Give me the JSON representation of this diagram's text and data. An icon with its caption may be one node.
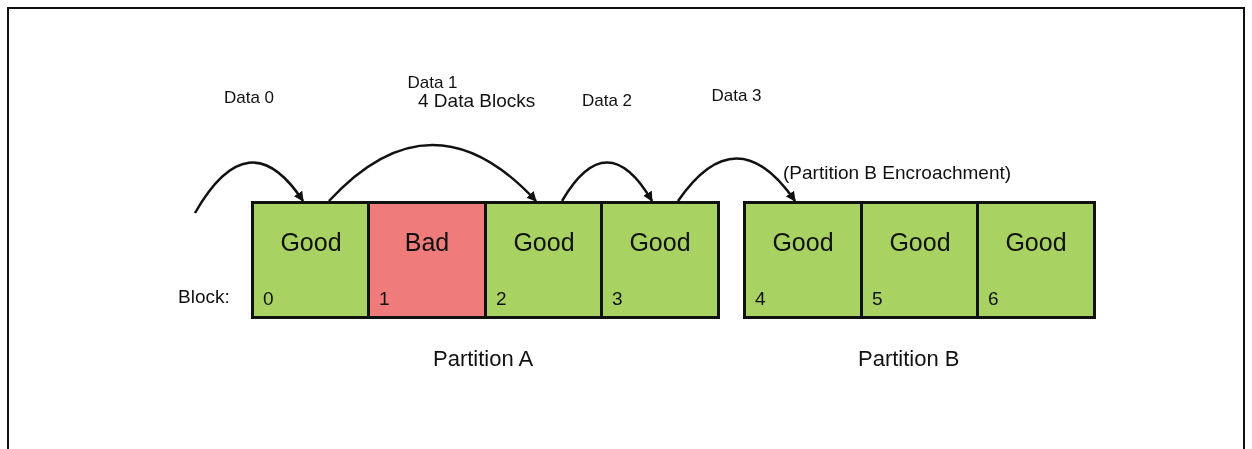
{
  "diagram": {
    "nodes": [
      {
        "text": [
          "Good",
          "0"
        ]
      },
      {
        "text": [
          "Bad",
          "1"
        ]
      },
      {
        "text": [
          "Good",
          "2"
        ]
      },
      {
        "text": [
          "Good",
          "3"
        ]
      },
      {
        "text": [
          "Good",
          "4"
        ]
      },
      {
        "text": [
          "Good",
          "5"
        ]
      },
      {
        "text": [
          "Good",
          "6"
        ]
      }
    ],
    "edges": [
      {
        "from": null,
        "to": 0,
        "arrow": "to",
        "label": "Data 0"
      },
      {
        "from": 0,
        "to": 2,
        "arrow": "to",
        "label": "Data 1"
      },
      {
        "from": 2,
        "to": 3,
        "arrow": "to",
        "label": "Data 2"
      },
      {
        "from": 3,
        "to": 4,
        "arrow": "to",
        "label": "Data 3"
      }
    ],
    "labels": [
      "4 Data Blocks",
      "(Partition B Encroachment)",
      "Block:",
      "Partition A",
      "Partition B"
    ]
  }
}
